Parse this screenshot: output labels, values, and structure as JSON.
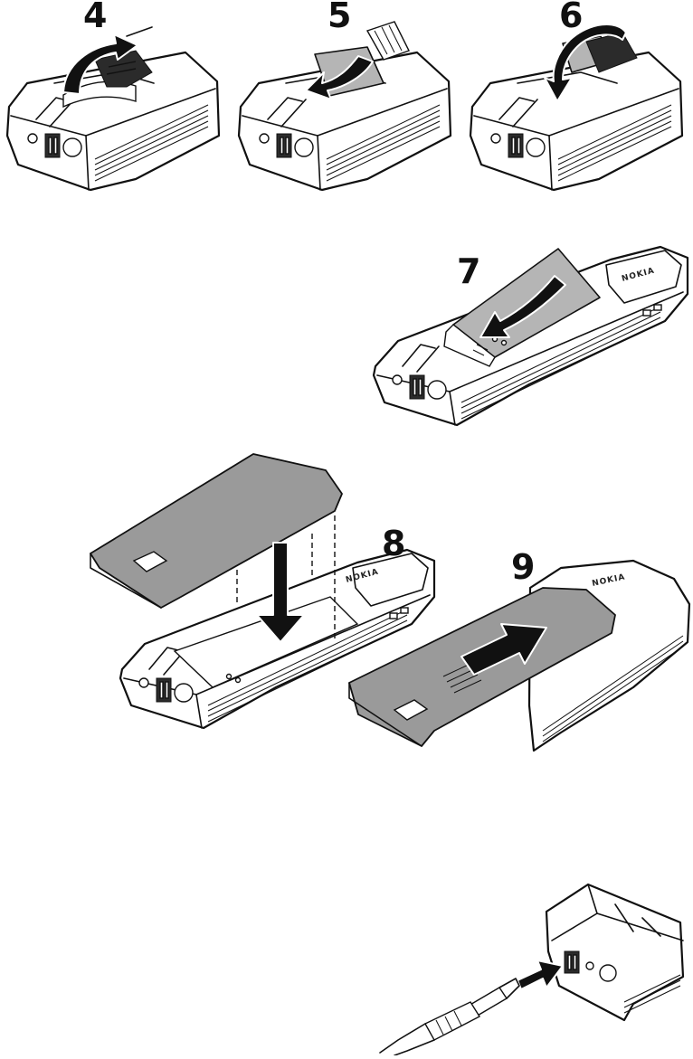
{
  "steps": [
    {
      "id": "4",
      "label": "4"
    },
    {
      "id": "5",
      "label": "5"
    },
    {
      "id": "6",
      "label": "6"
    },
    {
      "id": "7",
      "label": "7"
    },
    {
      "id": "8",
      "label": "8"
    },
    {
      "id": "9",
      "label": "9"
    }
  ],
  "brand": "NOKIA",
  "colors": {
    "ink": "#111111",
    "cover_grey": "#9a9a9a",
    "battery_grey": "#b5b5b5",
    "background": "#ffffff"
  }
}
